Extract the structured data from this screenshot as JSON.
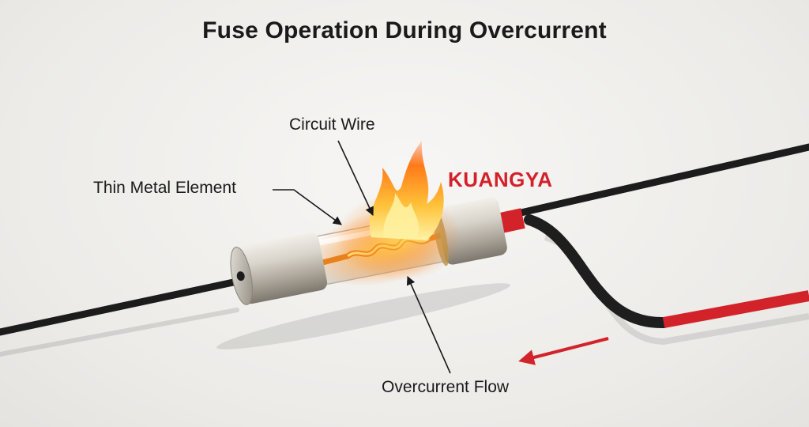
{
  "title": "Fuse Operation During Overcurrent",
  "brand": "KUANGYA",
  "labels": {
    "circuit_wire": "Circuit Wire",
    "thin_metal_element": "Thin Metal Element",
    "overcurrent_flow": "Overcurrent Flow"
  },
  "colors": {
    "wire_black": "#1c1c1c",
    "wire_red": "#d3232a",
    "brand_red": "#d4202a",
    "metal_cap": "#c9c4bb",
    "flame_core": "#ffd54a",
    "flame_outer": "#ff8a1e"
  },
  "icons": [
    "arrow-icon",
    "flame-icon"
  ]
}
